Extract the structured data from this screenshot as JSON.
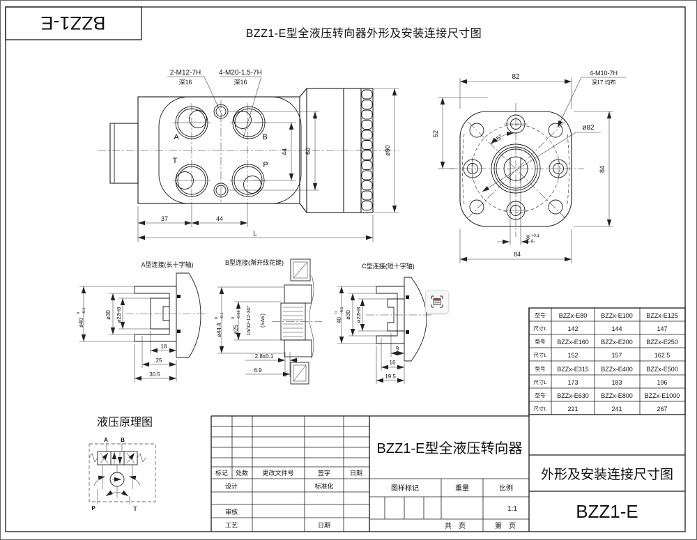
{
  "sheet": {
    "corner_label": "BZZ1-E",
    "main_title": "BZZ1-E型全液压转向器外形及安装连接尺寸图"
  },
  "front_view": {
    "note_m12_line1": "2-M12-7H",
    "note_m12_line2": "深16",
    "note_m20_line1": "4-M20-1.5-7H",
    "note_m20_line2": "深16",
    "port_a": "A",
    "port_b": "B",
    "port_t": "T",
    "port_p": "P",
    "dim_37": "37",
    "dim_44_bottom": "44",
    "dim_L": "L",
    "dim_44_vert": "44",
    "dim_60": "60",
    "dim_d90": "ø90"
  },
  "end_view": {
    "note_m10_line1": "4-M10-7H",
    "note_m10_line2": "深17 均布",
    "dim_82": "82",
    "dim_52": "52",
    "dim_84_right": "84",
    "dim_84_bottom": "84",
    "dim_slot": "8",
    "dim_slot_up": "+0.1",
    "dim_slot_dn": "0",
    "dim_angle": "45°",
    "dim_d82": "ø82"
  },
  "detail_a": {
    "title": "A型连接(长十字轴)",
    "dim_d40": "ø40",
    "dim_d40_up": "0",
    "dim_d40_dn": "-0.1",
    "dim_d30": "ø30",
    "dim_d22": "ø22H8",
    "dim_18": "18",
    "dim_25": "25",
    "dim_305": "30.5"
  },
  "detail_b": {
    "title": "B型连接(渐开线花键)",
    "dim_d444": "ø44.4",
    "dim_d444_up": "0",
    "dim_d444_dn": "-0.1",
    "dim_d25": "ø25",
    "dim_d25_up": "0",
    "dim_d25_dn": "-0.02",
    "spline_spec": "16/32-12-30°",
    "spline_std": "(SAE)",
    "dim_28": "2.8±0.1",
    "dim_69": "6.9"
  },
  "detail_c": {
    "title": "C型连接(短十字轴)",
    "dim_40": "40",
    "dim_40_up": "0",
    "dim_40_dn": "-0.1",
    "dim_d30": "ø30",
    "dim_d22": "ø22H8",
    "dim_9": "9",
    "dim_16": "16",
    "dim_195": "19.5"
  },
  "schematic": {
    "title": "液压原理图",
    "port_a": "A",
    "port_b": "B",
    "port_p": "P",
    "port_t": "T"
  },
  "model_table": {
    "rows": [
      {
        "label": "型号",
        "cells": [
          "BZZx-E80",
          "BZZx-E100",
          "BZZx-E125"
        ]
      },
      {
        "label": "尺寸L",
        "cells": [
          "142",
          "144",
          "147"
        ]
      },
      {
        "label": "型号",
        "cells": [
          "BZZx-E160",
          "BZZx-E200",
          "BZZx-E250"
        ]
      },
      {
        "label": "尺寸L",
        "cells": [
          "152",
          "157",
          "162.5"
        ]
      },
      {
        "label": "型号",
        "cells": [
          "BZZx-E315",
          "BZZx-E400",
          "BZZx-E500"
        ]
      },
      {
        "label": "尺寸L",
        "cells": [
          "173",
          "183",
          "196"
        ]
      },
      {
        "label": "型号",
        "cells": [
          "BZZx-E630",
          "BZZx-E800",
          "BZZx-E1000"
        ]
      },
      {
        "label": "尺寸L",
        "cells": [
          "221",
          "241",
          "267"
        ]
      }
    ]
  },
  "title_block": {
    "mark": "标记",
    "count": "处数",
    "change_doc": "更改文件号",
    "sign": "签字",
    "date": "日期",
    "design": "设计",
    "standardize": "标准化",
    "review": "审核",
    "process": "工艺",
    "date2": "日期",
    "product_title": "BZZ1-E型全液压转向器",
    "drawing_mark": "图样标记",
    "weight": "重量",
    "scale": "比例",
    "scale_value": "1:1",
    "total_pages": "共　页",
    "page_no": "第　页",
    "doc_subtitle": "外形及安装连接尺寸图",
    "doc_model": "BZZ1-E"
  }
}
